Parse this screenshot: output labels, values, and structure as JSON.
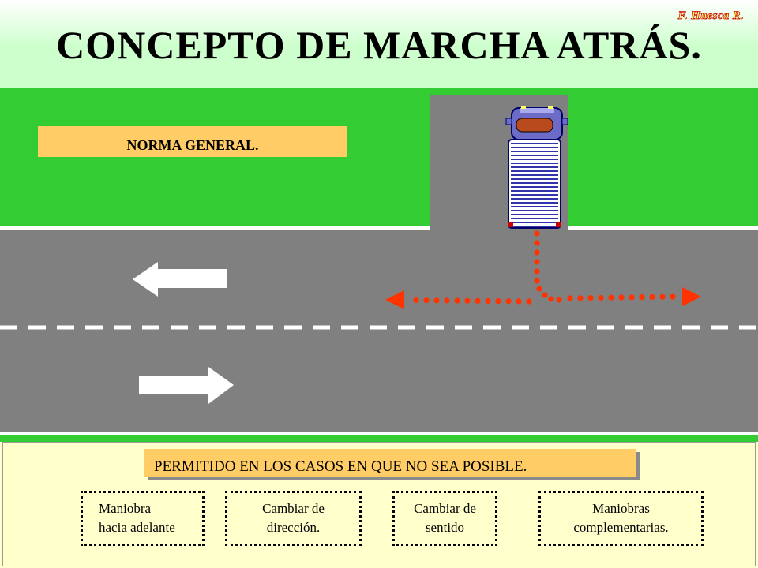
{
  "header": {
    "author": "F. Huesca R.",
    "title": "CONCEPTO DE MARCHA ATRÁS."
  },
  "norma": {
    "label": "NORMA GENERAL."
  },
  "permitted": {
    "text": "PERMITIDO EN LOS CASOS EN QUE NO SEA POSIBLE."
  },
  "cases": [
    {
      "line1": "Maniobra",
      "line2": "hacia adelante"
    },
    {
      "line1": "Cambiar de",
      "line2": "dirección."
    },
    {
      "line1": "Cambiar de",
      "line2": "sentido"
    },
    {
      "line1": "Maniobras",
      "line2": "complementarias."
    }
  ],
  "colors": {
    "grass": "#33cc33",
    "road": "#808080",
    "path_dots": "#ff3300",
    "label_fill": "#ffcc66",
    "background": "#ffffcc"
  },
  "icons": {
    "truck": "truck-top-view-icon",
    "left_arrow": "arrow-left-icon",
    "right_arrow": "arrow-right-icon"
  }
}
